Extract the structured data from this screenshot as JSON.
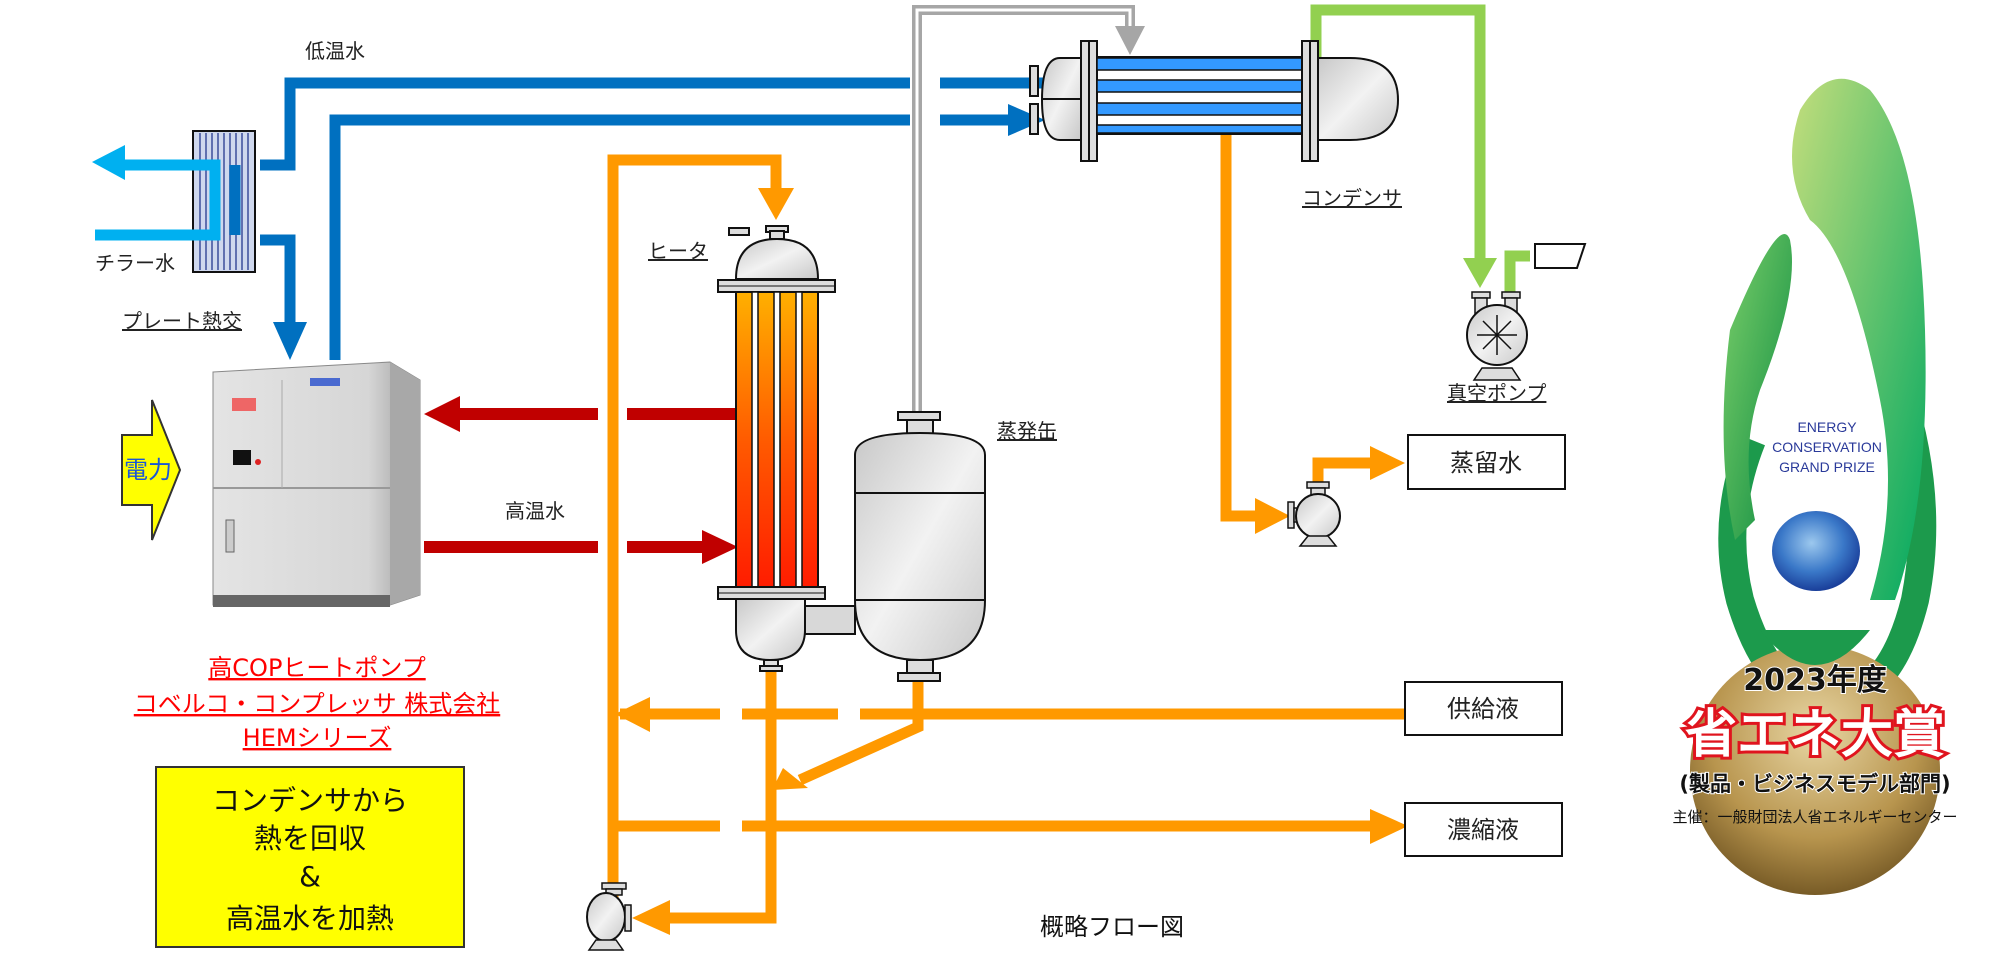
{
  "diagram": {
    "caption": "概略フロー図",
    "colors": {
      "low_temp_water": "#0070c0",
      "chiller_water": "#00b0f0",
      "high_temp_water": "#c00000",
      "process_liquid": "#ff9900",
      "vapor": "#a6a6a6",
      "vacuum_line": "#92d050",
      "condenser_tubes": "#3399ff",
      "power_arrow": "#ffff00"
    },
    "streams": {
      "low_temp_water": "低温水",
      "chiller_water": "チラー水",
      "high_temp_water": "高温水"
    },
    "equipment": {
      "plate_heat_exchanger": "プレート熱交",
      "heater": "ヒータ",
      "evaporator": "蒸発缶",
      "condenser": "コンデンサ",
      "vacuum_pump": "真空ポンプ",
      "power": "電力"
    },
    "endpoints": {
      "distilled_water": "蒸留水",
      "feed_liquid": "供給液",
      "concentrate": "濃縮液"
    },
    "heat_pump_caption": [
      "高COPヒートポンプ",
      "コベルコ・コンプレッサ 株式会社",
      "HEMシリーズ"
    ],
    "highlight_box": [
      "コンデンサから",
      "熱を回収",
      "&",
      "高温水を加熱"
    ]
  },
  "award": {
    "english_lines": [
      "ENERGY",
      "CONSERVATION",
      "GRAND PRIZE"
    ],
    "year": "2023年度",
    "title": "省エネ大賞",
    "category": "(製品・ビジネスモデル部門)",
    "organizer": "主催：一般財団法人省エネルギーセンター"
  }
}
